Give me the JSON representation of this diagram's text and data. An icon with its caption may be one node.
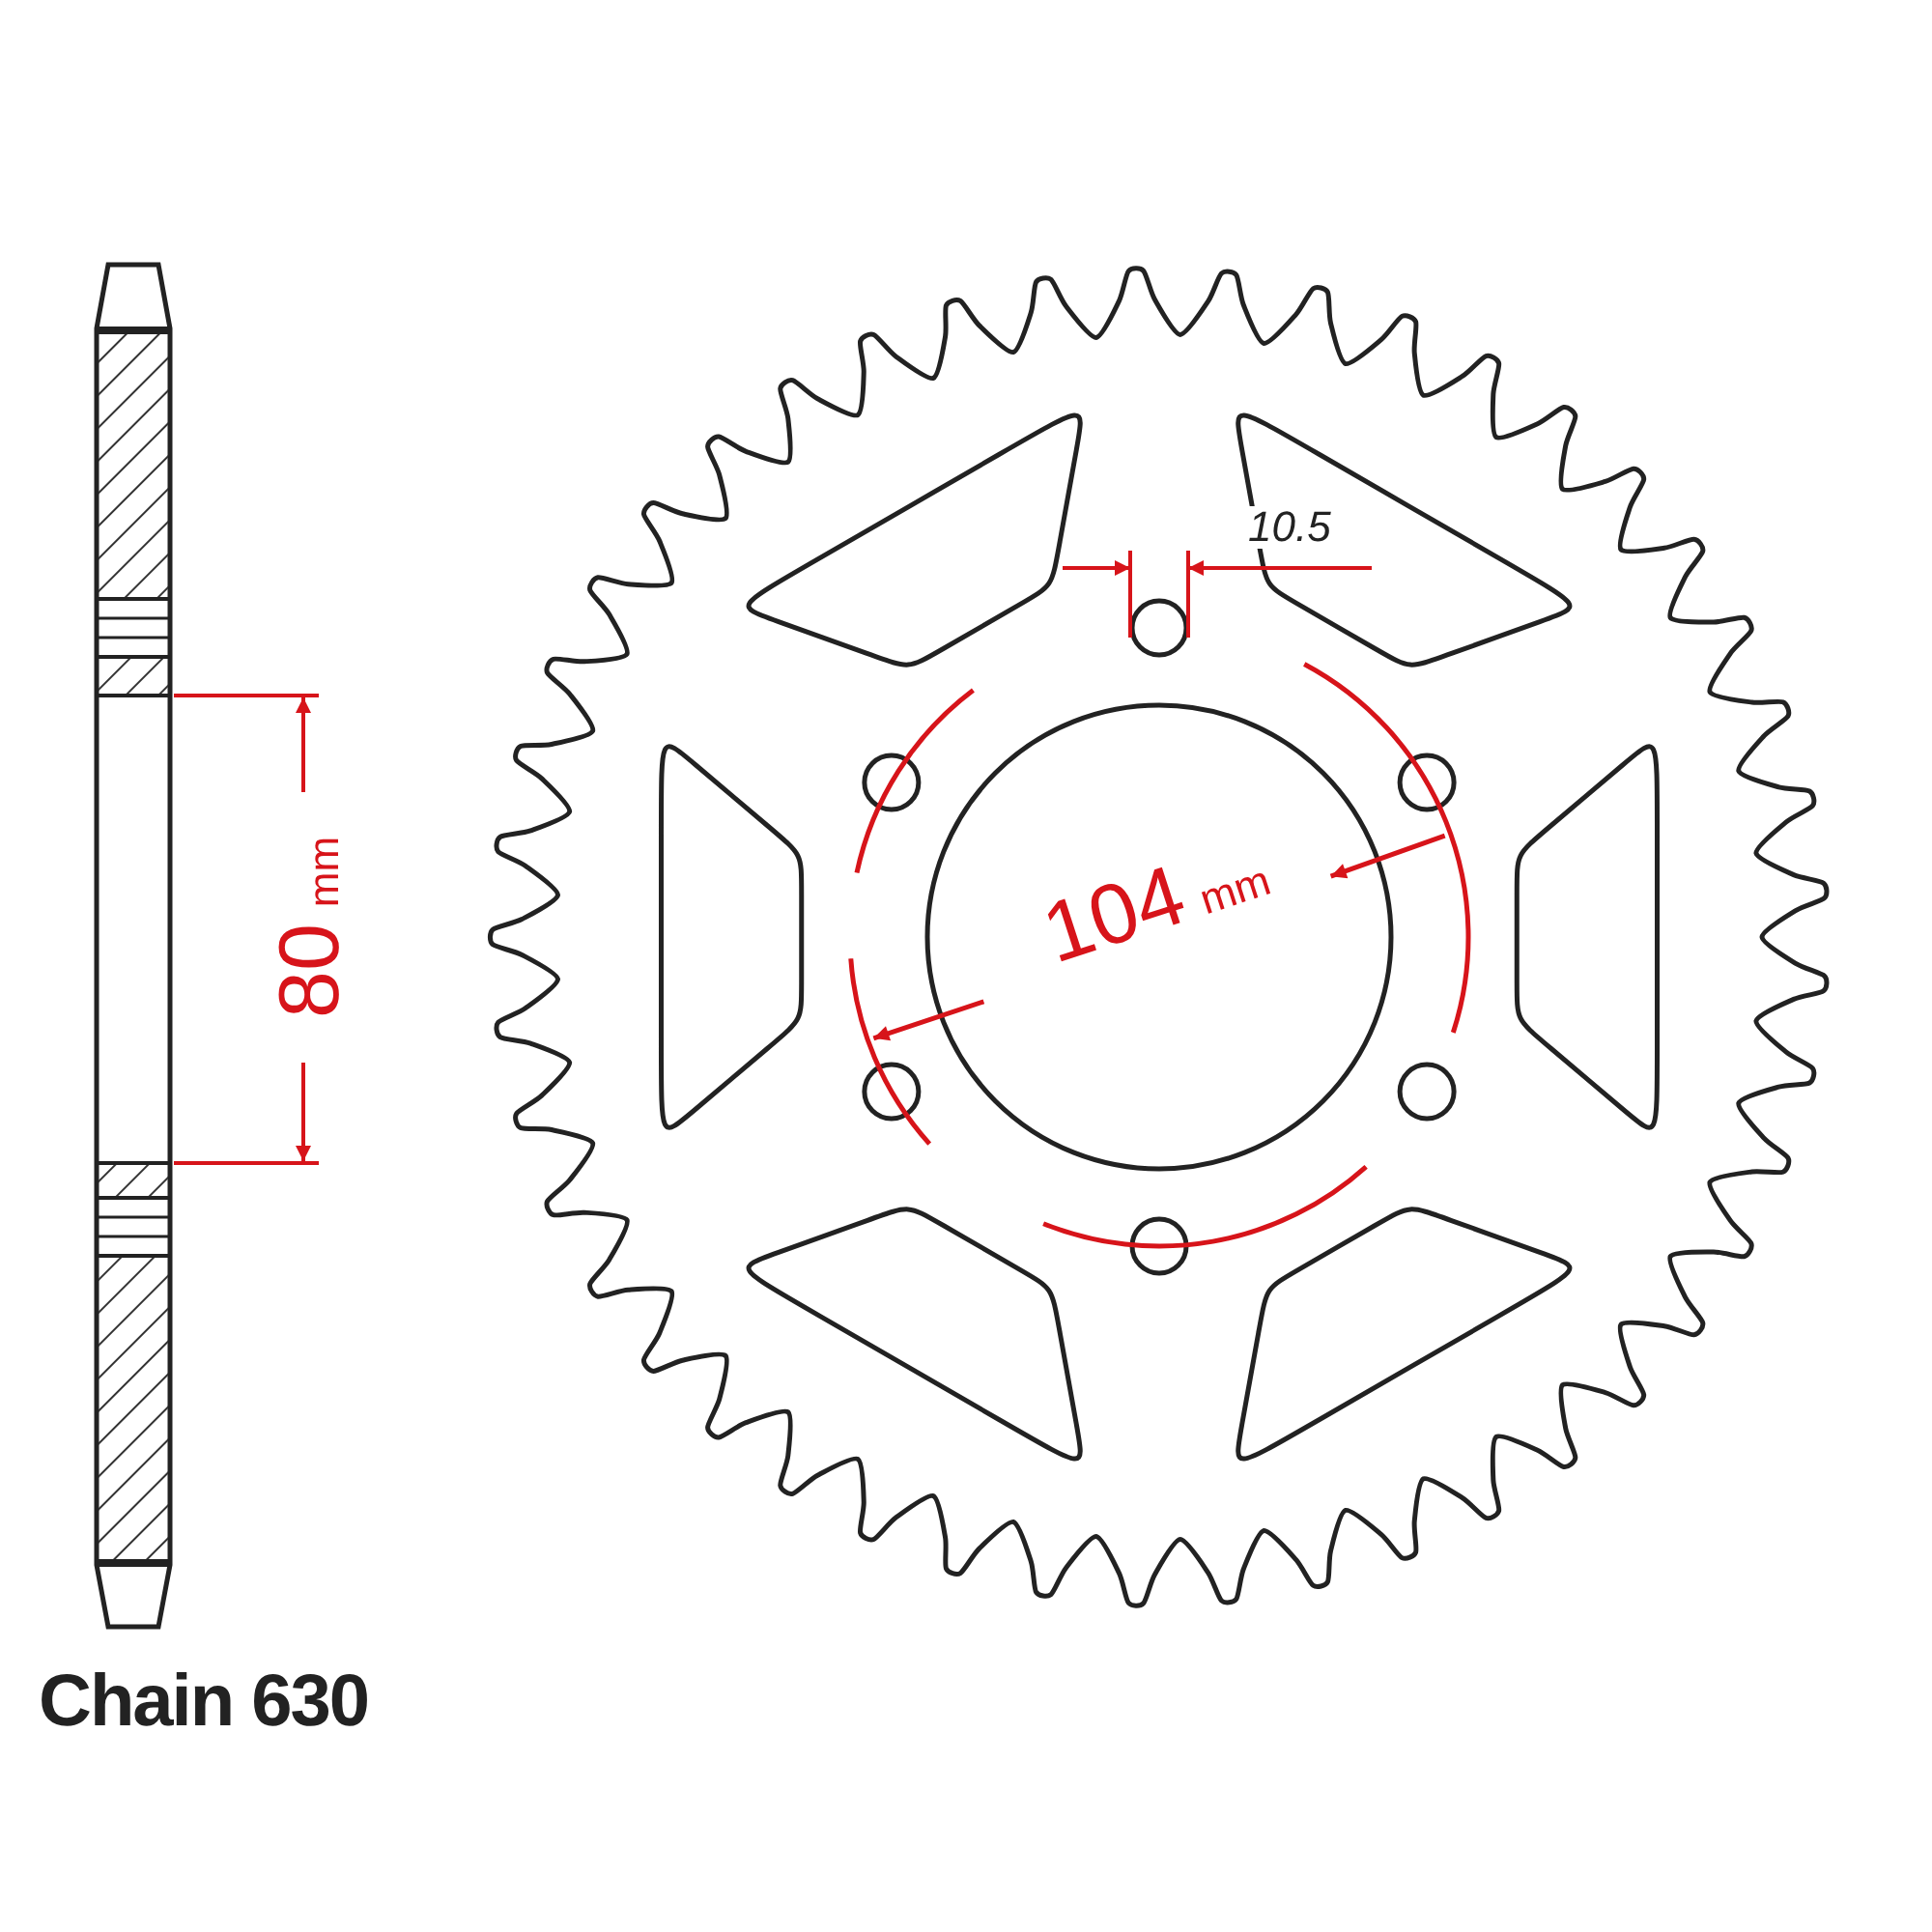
{
  "diagram": {
    "labels": [
      "10.5",
      "80 mm",
      "104 mm",
      "Chain 630"
    ]
  }
}
